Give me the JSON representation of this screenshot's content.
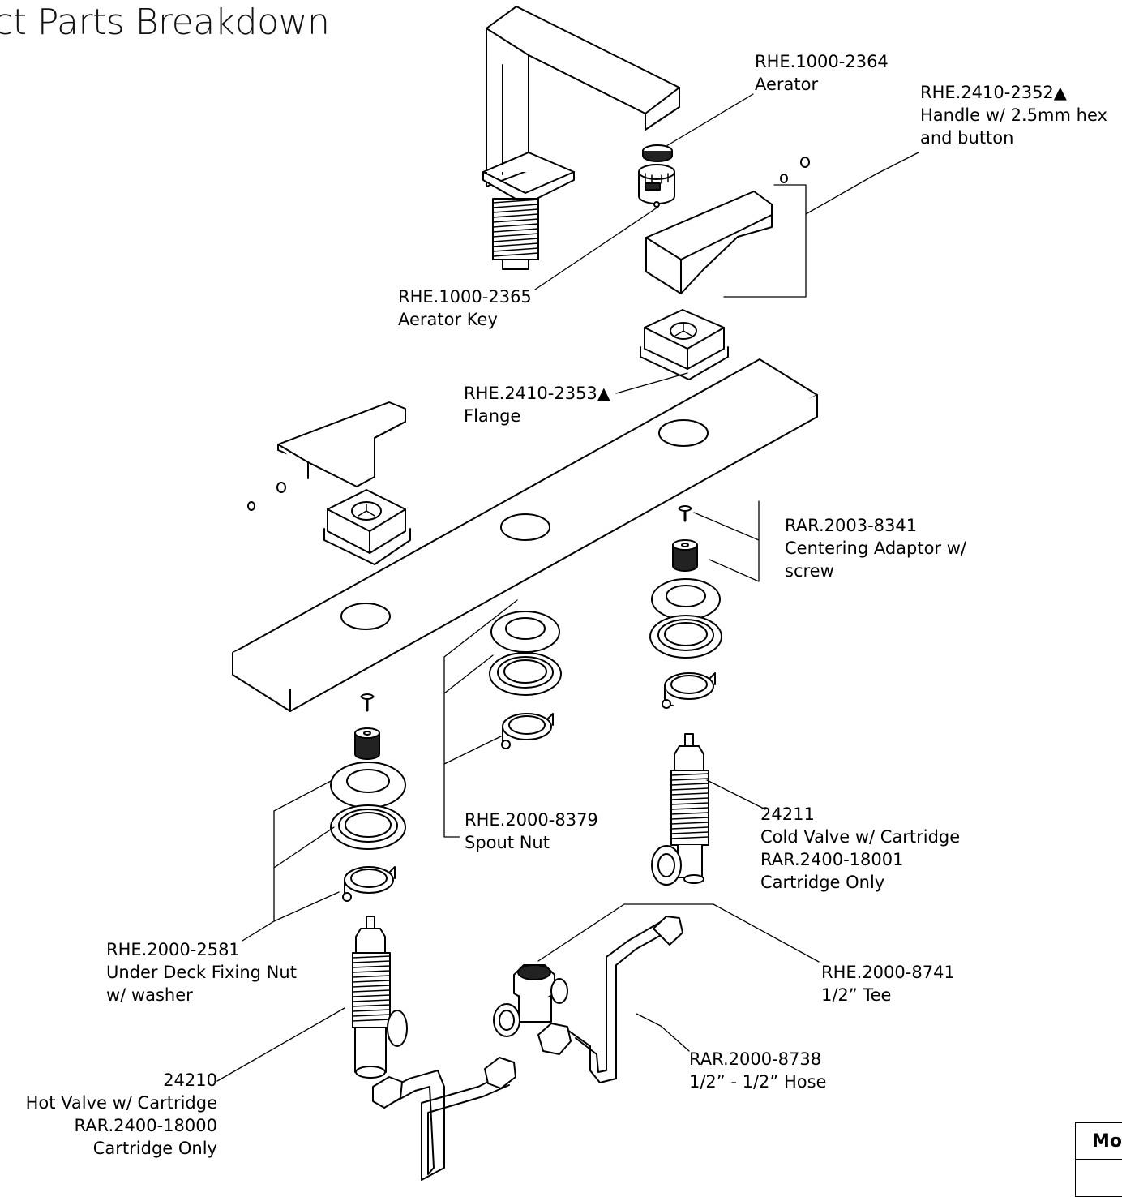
{
  "title": "ct Parts Breakdown",
  "parts": {
    "aerator": {
      "code": "RHE.1000-2364",
      "name": "Aerator"
    },
    "handle": {
      "code": "RHE.2410-2352▲",
      "name": "Handle w/ 2.5mm hex",
      "name2": "and button"
    },
    "aerator_key": {
      "code": "RHE.1000-2365",
      "name": "Aerator Key"
    },
    "flange": {
      "code": "RHE.2410-2353▲",
      "name": "Flange"
    },
    "centering_adaptor": {
      "code": "RAR.2003-8341",
      "name": "Centering Adaptor w/",
      "name2": "screw"
    },
    "spout_nut": {
      "code": "RHE.2000-8379",
      "name": "Spout Nut"
    },
    "cold_valve": {
      "code": "24211",
      "name": "Cold Valve w/ Cartridge",
      "code2": "RAR.2400-18001",
      "name2": "Cartridge Only"
    },
    "fixing_nut": {
      "code": "RHE.2000-2581",
      "name": "Under Deck Fixing Nut",
      "name2": "w/ washer"
    },
    "tee": {
      "code": "RHE.2000-8741",
      "name": "1/2” Tee"
    },
    "hose": {
      "code": "RAR.2000-8738",
      "name": "1/2” - 1/2” Hose"
    },
    "hot_valve": {
      "code": "24210",
      "name": "Hot Valve w/ Cartridge",
      "code2": "RAR.2400-18000",
      "name2": "Cartridge Only"
    }
  },
  "model_box": {
    "header": "Mo"
  }
}
